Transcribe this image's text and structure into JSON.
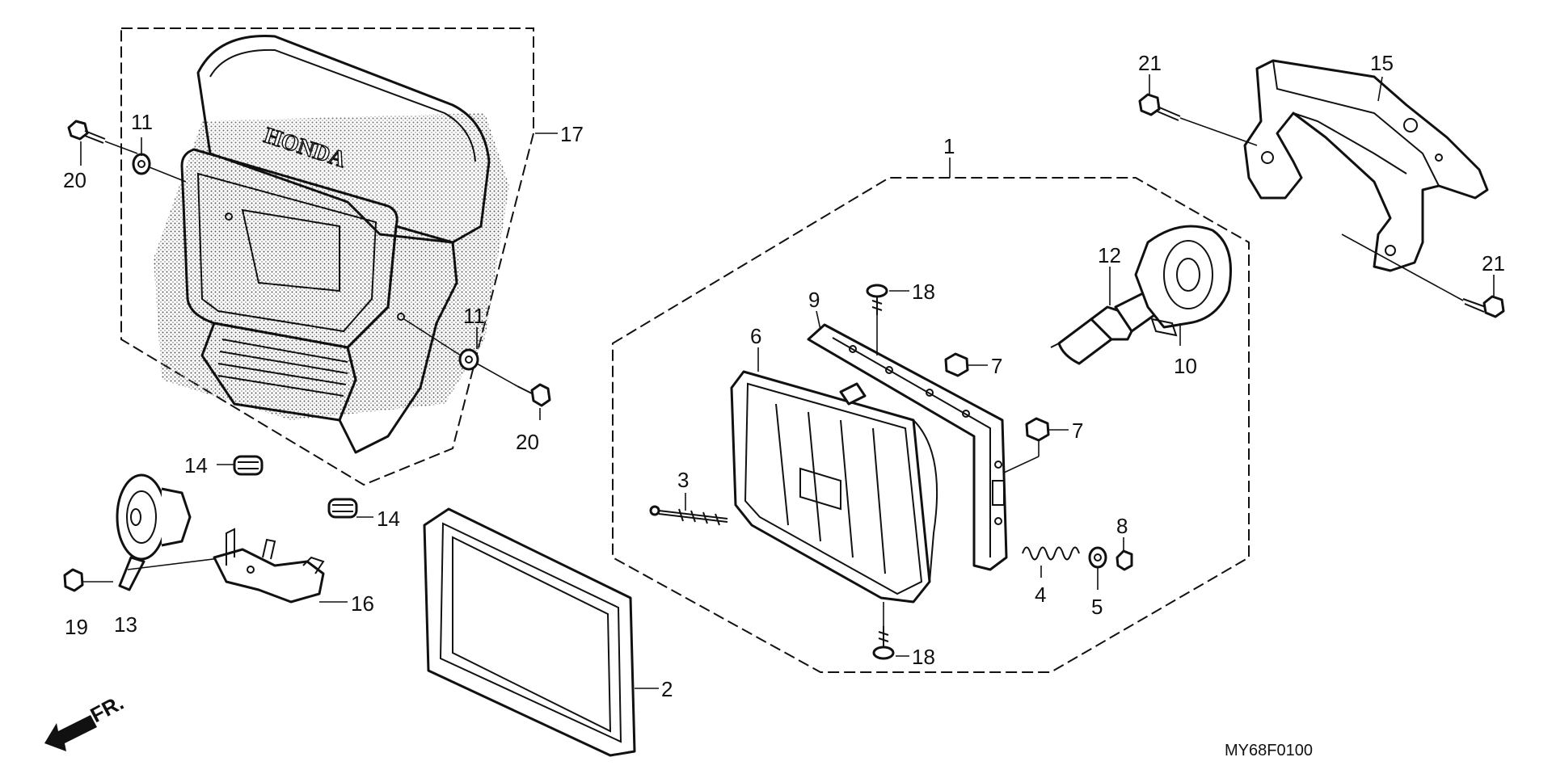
{
  "brand_text": "HONDA",
  "direction_label": "FR.",
  "diagram_code": "MY68F0100",
  "callouts": {
    "c1": "1",
    "c2": "2",
    "c3": "3",
    "c4": "4",
    "c5": "5",
    "c6": "6",
    "c7a": "7",
    "c7b": "7",
    "c8": "8",
    "c9": "9",
    "c10": "10",
    "c11a": "11",
    "c11b": "11",
    "c12": "12",
    "c13": "13",
    "c14a": "14",
    "c14b": "14",
    "c15": "15",
    "c16": "16",
    "c17": "17",
    "c18a": "18",
    "c18b": "18",
    "c19": "19",
    "c20a": "20",
    "c20b": "20",
    "c21a": "21",
    "c21b": "21"
  }
}
